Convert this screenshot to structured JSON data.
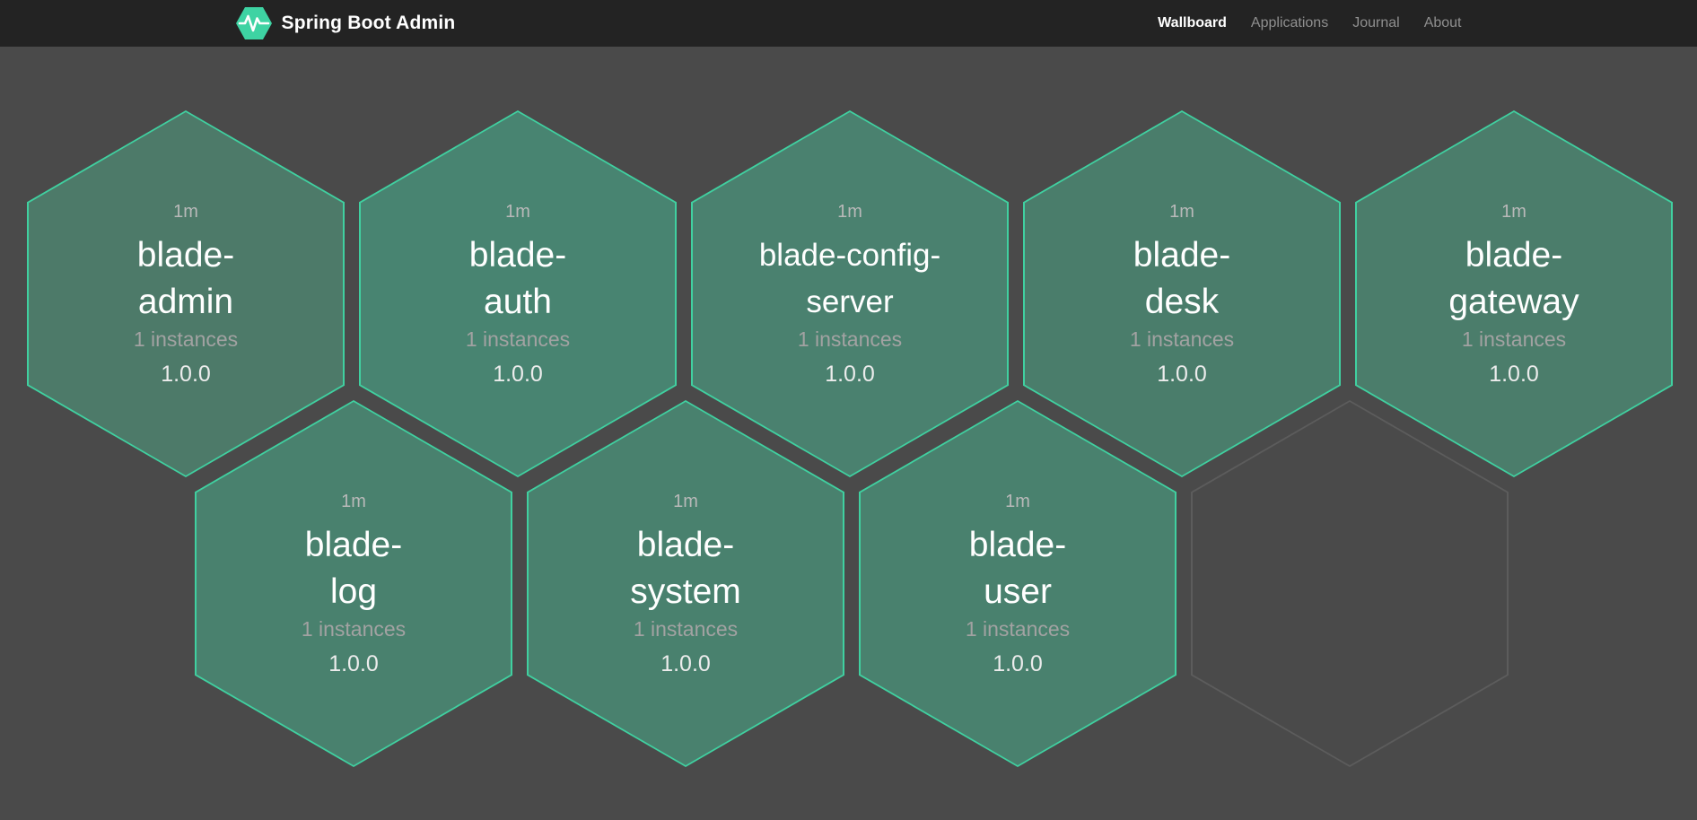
{
  "navbar": {
    "brand": "Spring Boot Admin",
    "items": [
      {
        "label": "Wallboard",
        "active": true
      },
      {
        "label": "Applications",
        "active": false
      },
      {
        "label": "Journal",
        "active": false
      },
      {
        "label": "About",
        "active": false
      }
    ]
  },
  "colors": {
    "page_bg": "#4a4a4a",
    "navbar_bg": "#232323",
    "brand_green": "#3ed3a3",
    "hex_border": "#40d0a0",
    "empty_hex_border": "#5c5c5c",
    "empty_hex_fill": "#4a4a4a"
  },
  "hexagons": [
    {
      "name": "blade-admin",
      "uptime": "1m",
      "instances": "1 instances",
      "version": "1.0.0",
      "fill": "#4d7a69"
    },
    {
      "name": "blade-auth",
      "uptime": "1m",
      "instances": "1 instances",
      "version": "1.0.0",
      "fill": "#488471"
    },
    {
      "name": "blade-config-server",
      "uptime": "1m",
      "instances": "1 instances",
      "version": "1.0.0",
      "fill": "#4a816f"
    },
    {
      "name": "blade-desk",
      "uptime": "1m",
      "instances": "1 instances",
      "version": "1.0.0",
      "fill": "#4a7d6b"
    },
    {
      "name": "blade-gateway",
      "uptime": "1m",
      "instances": "1 instances",
      "version": "1.0.0",
      "fill": "#4b7d6b"
    },
    {
      "name": "blade-log",
      "uptime": "1m",
      "instances": "1 instances",
      "version": "1.0.0",
      "fill": "#49816e"
    },
    {
      "name": "blade-system",
      "uptime": "1m",
      "instances": "1 instances",
      "version": "1.0.0",
      "fill": "#49816e"
    },
    {
      "name": "blade-user",
      "uptime": "1m",
      "instances": "1 instances",
      "version": "1.0.0",
      "fill": "#49816e"
    }
  ]
}
